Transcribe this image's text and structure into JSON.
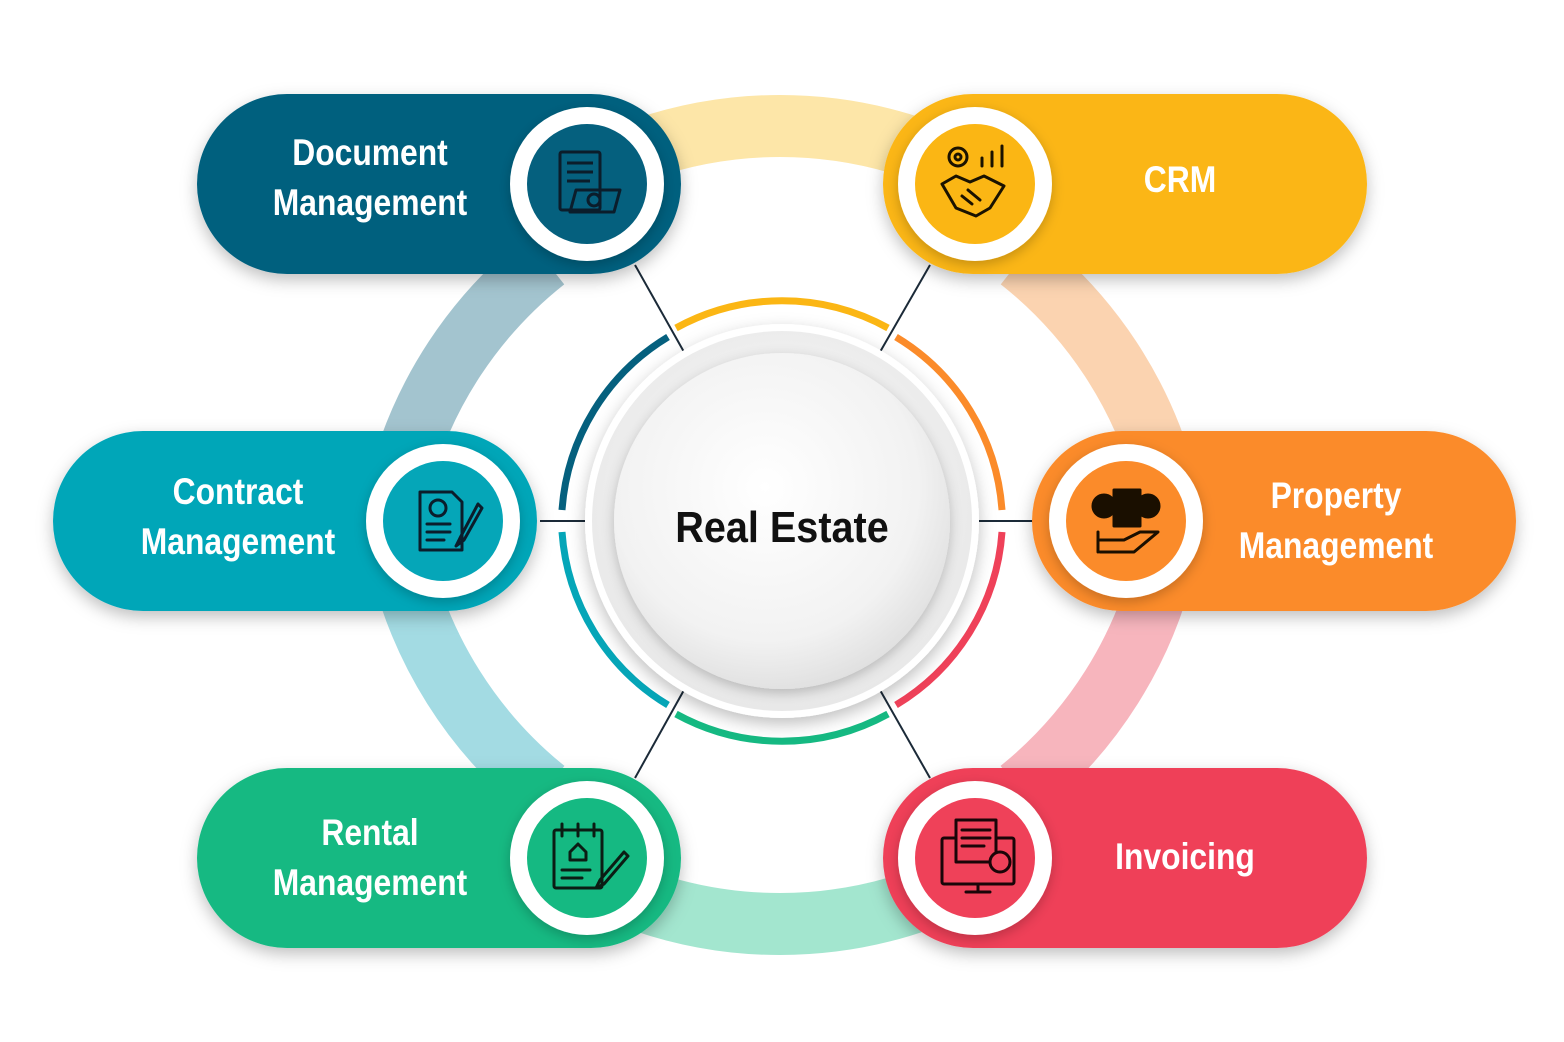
{
  "center": {
    "label": "Real Estate"
  },
  "colors": {
    "document": "#05607e",
    "crm": "#fbb614",
    "property": "#fb8b2a",
    "invoicing": "#ef4159",
    "rental": "#15b982",
    "contract": "#05a6b8"
  },
  "nodes": {
    "document": {
      "line1": "Document",
      "line2": "Management",
      "icon": "document-folder-gear-icon"
    },
    "crm": {
      "line1": "CRM",
      "icon": "handshake-gear-chart-icon"
    },
    "property": {
      "line1": "Property",
      "line2": "Management",
      "icon": "building-gears-hand-icon"
    },
    "invoicing": {
      "line1": "Invoicing",
      "icon": "monitor-invoice-dollar-icon"
    },
    "rental": {
      "line1": "Rental",
      "line2": "Management",
      "icon": "notepad-house-pen-icon"
    },
    "contract": {
      "line1": "Contract",
      "line2": "Management",
      "icon": "contract-dollar-pen-icon"
    }
  }
}
